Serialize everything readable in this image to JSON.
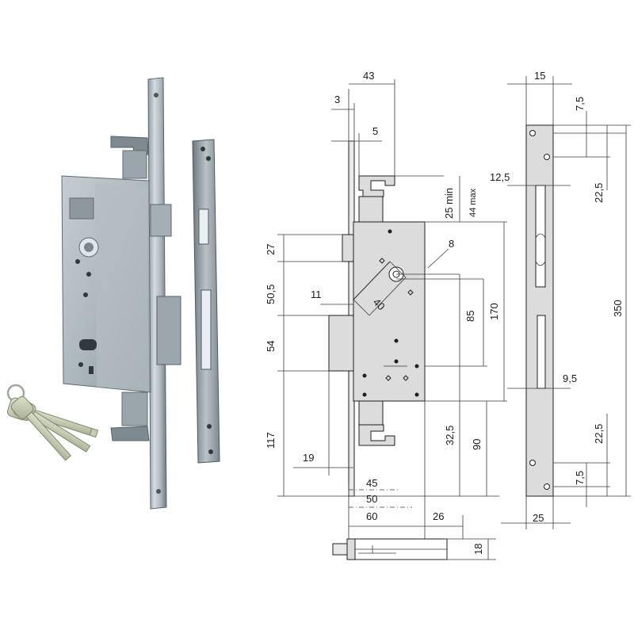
{
  "colors": {
    "steel_light": "#c9d1d6",
    "steel_mid": "#9aa7ae",
    "steel_dark": "#5f6b72",
    "drawing_fill": "#dcdcdc",
    "ink": "#1a1a1a"
  },
  "icons": {
    "lock_body": "mortise-lock-photo",
    "strike_plate": "strike-plate-photo",
    "keys": "key-bunch-photo"
  },
  "dimensions": {
    "top_43": "43",
    "top_3": "3",
    "top_5": "5",
    "backset_25min": "25 min",
    "max_44": "44 max",
    "d_27": "27",
    "d_50_5": "50,5",
    "d_11": "11",
    "d_40": "40",
    "d_8": "8",
    "d_85": "85",
    "d_170": "170",
    "d_54": "54",
    "d_117": "117",
    "d_19": "19",
    "d_32_5": "32,5",
    "d_90": "90",
    "d_45": "45",
    "d_50": "50",
    "d_60": "60",
    "d_26": "26",
    "d_18": "18",
    "s_15": "15",
    "s_7_5_top": "7,5",
    "s_12_5": "12,5",
    "s_22_5_top": "22,5",
    "s_350": "350",
    "s_9_5": "9,5",
    "s_22_5_bot": "22,5",
    "s_7_5_bot": "7,5",
    "s_25": "25"
  }
}
